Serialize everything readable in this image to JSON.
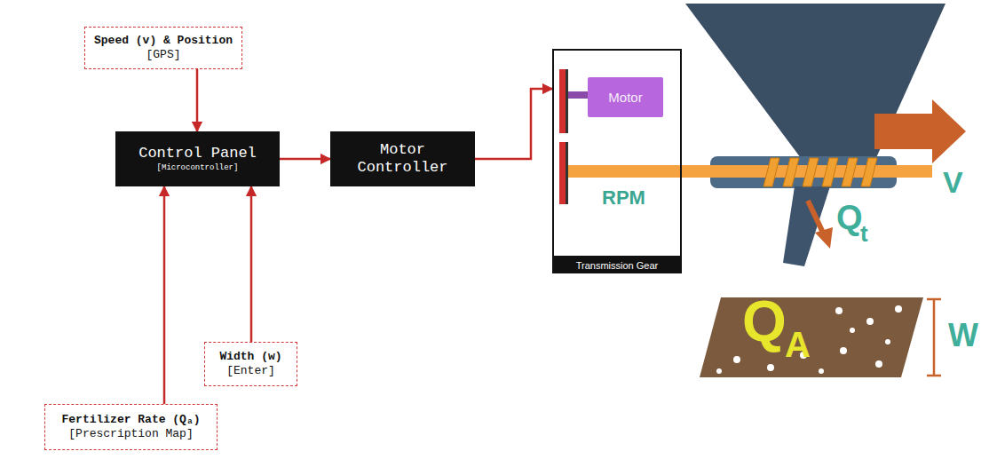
{
  "diagram": {
    "nodes": [
      {
        "text": [
          "Speed (v) & Position",
          "[GPS]"
        ]
      },
      {
        "text": [
          "Control Panel",
          "[Microcontroller]"
        ]
      },
      {
        "text": [
          "Motor Controller"
        ]
      },
      {
        "text": [
          "Width (w)",
          "[Enter]"
        ]
      },
      {
        "text": [
          "Fertilizer Rate (Qₐ)",
          "[Prescription Map]"
        ]
      },
      {
        "text": [
          "Transmission Gear"
        ]
      },
      {
        "text": [
          "Motor"
        ],
        "in": 5
      }
    ],
    "edges": [
      {
        "from": 0,
        "to": 1,
        "arrow": "to"
      },
      {
        "from": 3,
        "to": 1,
        "arrow": "to"
      },
      {
        "from": 4,
        "to": 1,
        "arrow": "to"
      },
      {
        "from": 1,
        "to": 2,
        "arrow": "to"
      },
      {
        "from": 2,
        "to": 5,
        "arrow": "to"
      }
    ],
    "labels": [
      "V",
      "RPM",
      "Q",
      "t",
      "Q",
      "A",
      "W"
    ]
  }
}
